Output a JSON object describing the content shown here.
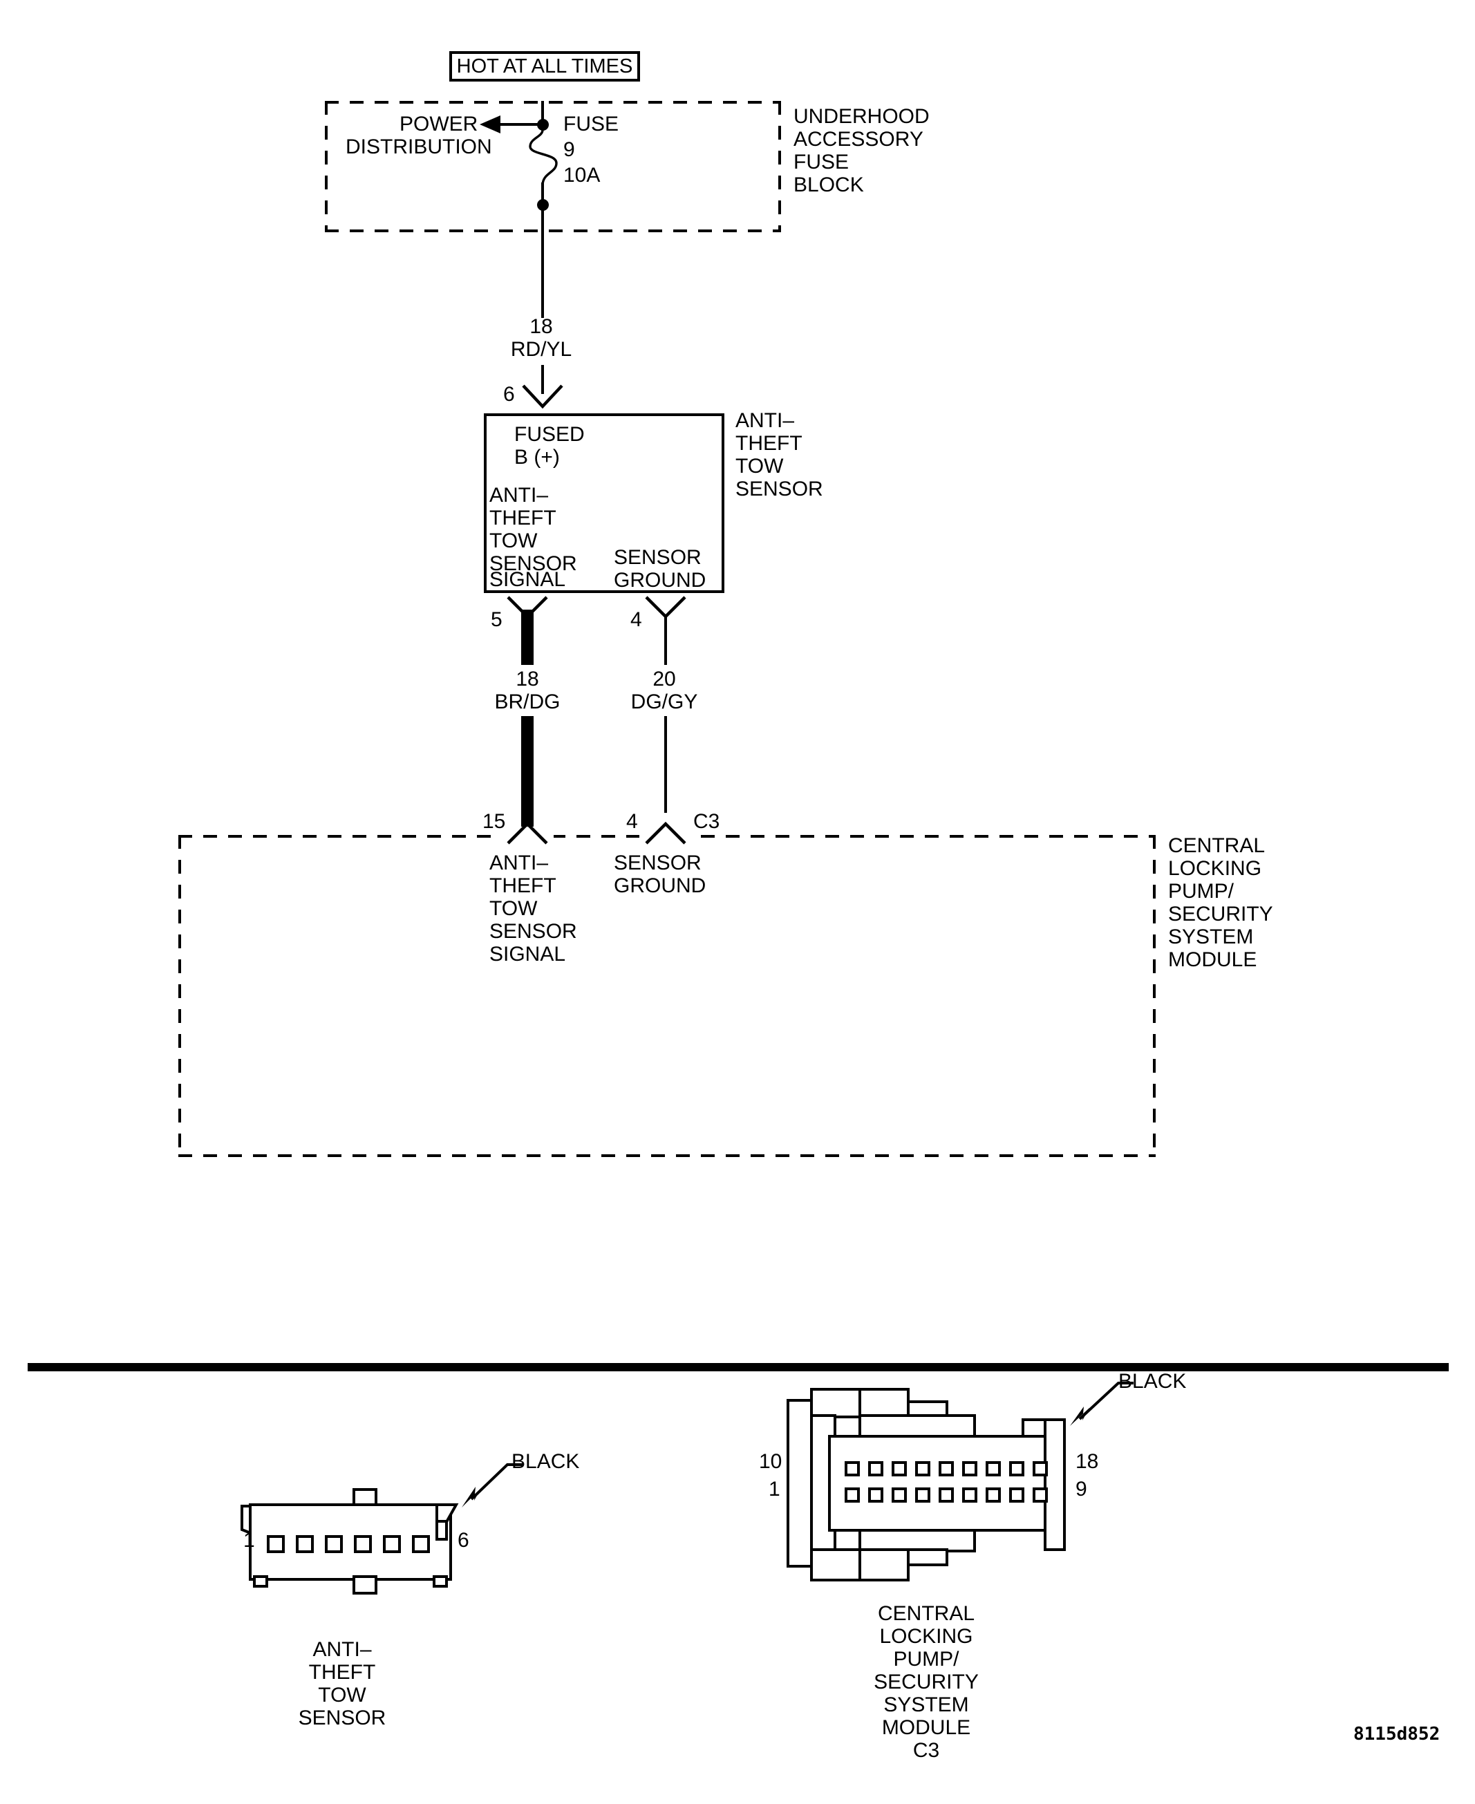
{
  "diagram": {
    "id_code": "8115d852",
    "hot_label": "HOT AT ALL TIMES"
  },
  "fuse_block": {
    "name_lines": [
      "UNDERHOOD",
      "ACCESSORY",
      "FUSE",
      "BLOCK"
    ],
    "power_distribution_lines": [
      "POWER",
      "DISTRIBUTION"
    ],
    "fuse_lines": [
      "FUSE",
      "9",
      "10A"
    ]
  },
  "wires": [
    {
      "gauge": "18",
      "color": "RD/YL",
      "from_pin": "",
      "to_pin": "6"
    },
    {
      "gauge": "18",
      "color": "BR/DG",
      "from_pin": "5",
      "to_pin": "15"
    },
    {
      "gauge": "20",
      "color": "DG/GY",
      "from_pin": "4",
      "to_pin": "4"
    }
  ],
  "sensor_box": {
    "right_label_lines": [
      "ANTI–",
      "THEFT",
      "TOW",
      "SENSOR"
    ],
    "top_pin": "6",
    "fused_lines": [
      "FUSED",
      "B (+)"
    ],
    "signal_lines": [
      "ANTI–",
      "THEFT",
      "TOW",
      "SENSOR",
      "SIGNAL"
    ],
    "ground_lines": [
      "SENSOR",
      "GROUND"
    ],
    "signal_pin": "5",
    "ground_pin": "4"
  },
  "module_box": {
    "right_label_lines": [
      "CENTRAL",
      "LOCKING",
      "PUMP/",
      "SECURITY",
      "SYSTEM",
      "MODULE"
    ],
    "signal_pin": "15",
    "ground_pin": "4",
    "connector_ref": "C3",
    "signal_lines": [
      "ANTI–",
      "THEFT",
      "TOW",
      "SENSOR",
      "SIGNAL"
    ],
    "ground_lines": [
      "SENSOR",
      "GROUND"
    ]
  },
  "connectors": [
    {
      "name_lines": [
        "ANTI–",
        "THEFT",
        "TOW",
        "SENSOR"
      ],
      "color": "BLACK",
      "pin_left": "1",
      "pin_right": "6",
      "cavities": 6,
      "rows": 1
    },
    {
      "name_lines": [
        "CENTRAL",
        "LOCKING",
        "PUMP/",
        "SECURITY",
        "SYSTEM",
        "MODULE",
        "C3"
      ],
      "color": "BLACK",
      "pin_top_left": "10",
      "pin_bottom_left": "1",
      "pin_top_right": "18",
      "pin_bottom_right": "9",
      "cavities": 18,
      "rows": 2
    }
  ]
}
